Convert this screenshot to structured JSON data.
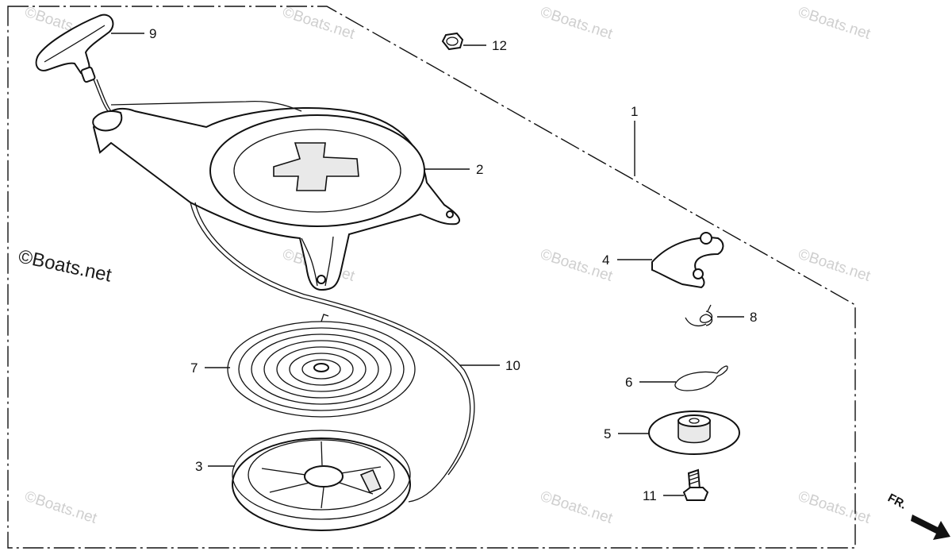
{
  "callouts": {
    "c1": "1",
    "c2": "2",
    "c3": "3",
    "c4": "4",
    "c5": "5",
    "c6": "6",
    "c7": "7",
    "c8": "8",
    "c9": "9",
    "c10": "10",
    "c11": "11",
    "c12": "12"
  },
  "watermark": {
    "text": "©Boats.net",
    "main": "©Boats.net"
  },
  "direction": {
    "label": "FR."
  }
}
